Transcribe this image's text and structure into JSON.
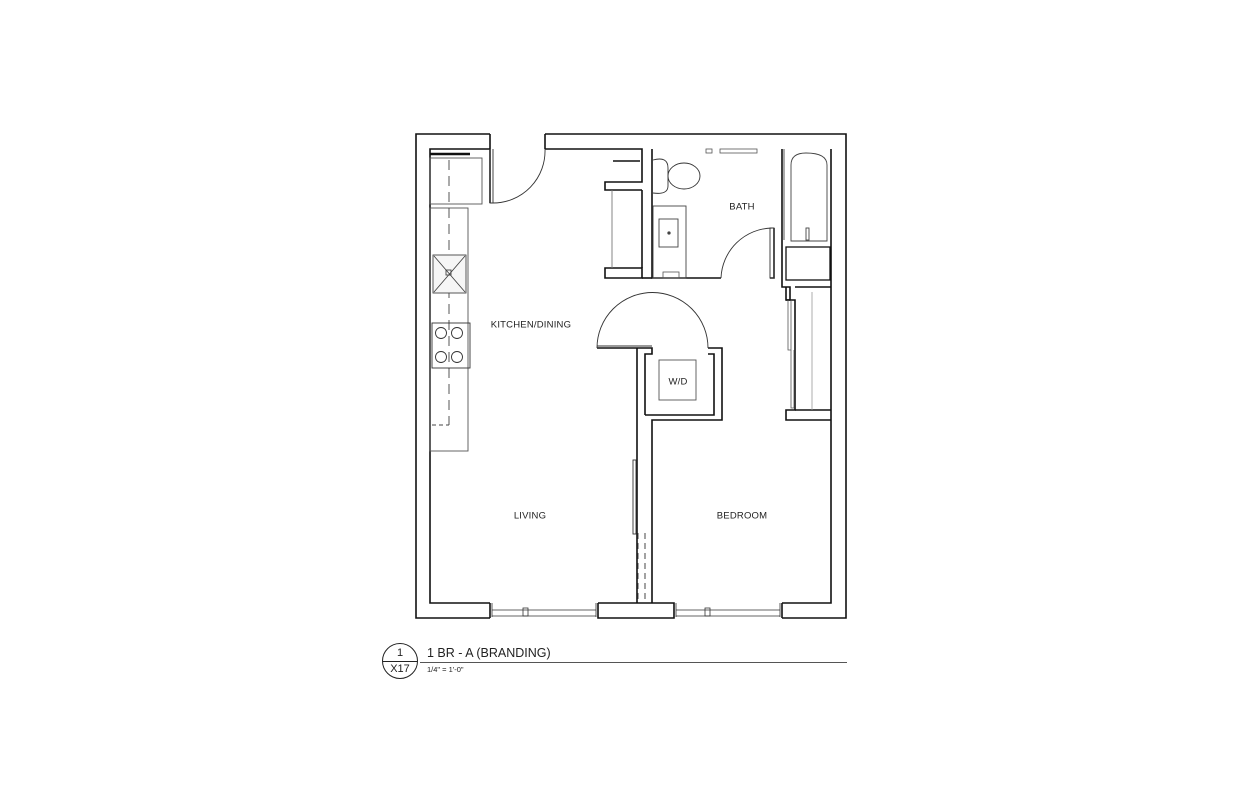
{
  "drawing": {
    "rooms": {
      "kitchen_dining": "KITCHEN/DINING",
      "bath": "BATH",
      "wd": "W/D",
      "living": "LIVING",
      "bedroom": "BEDROOM"
    },
    "title_block": {
      "detail_number": "1",
      "sheet_number": "X17",
      "title": "1 BR - A (BRANDING)",
      "scale": "1/4\" = 1'-0\""
    },
    "colors": {
      "wall": "#111111",
      "fixture": "#555555",
      "background": "#ffffff"
    }
  }
}
